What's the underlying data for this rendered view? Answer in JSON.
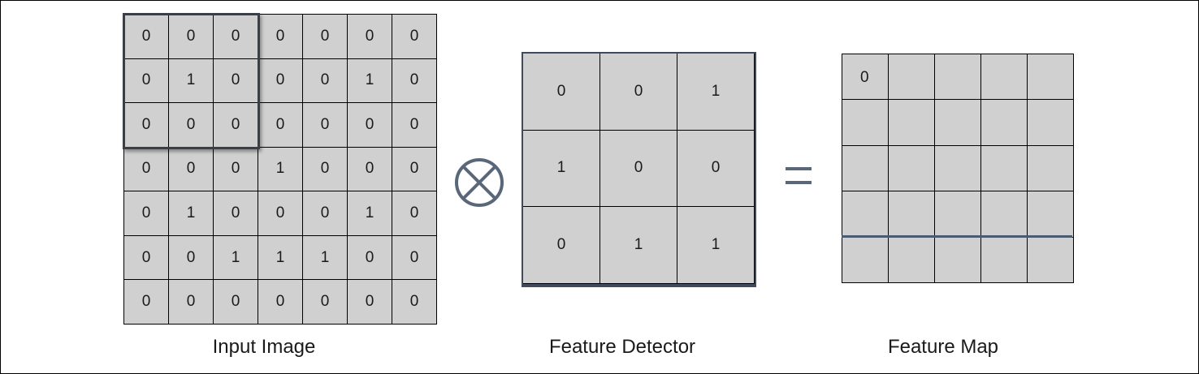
{
  "input_image": {
    "caption": "Input Image",
    "rows": [
      [
        "0",
        "0",
        "0",
        "0",
        "0",
        "0",
        "0"
      ],
      [
        "0",
        "1",
        "0",
        "0",
        "0",
        "1",
        "0"
      ],
      [
        "0",
        "0",
        "0",
        "0",
        "0",
        "0",
        "0"
      ],
      [
        "0",
        "0",
        "0",
        "1",
        "0",
        "0",
        "0"
      ],
      [
        "0",
        "1",
        "0",
        "0",
        "0",
        "1",
        "0"
      ],
      [
        "0",
        "0",
        "1",
        "1",
        "1",
        "0",
        "0"
      ],
      [
        "0",
        "0",
        "0",
        "0",
        "0",
        "0",
        "0"
      ]
    ]
  },
  "operator": {
    "convolution_icon": "circled-times-icon",
    "equals_icon": "equals-icon",
    "color": "#5a6778"
  },
  "feature_detector": {
    "caption": "Feature Detector",
    "rows": [
      [
        "0",
        "0",
        "1"
      ],
      [
        "1",
        "0",
        "0"
      ],
      [
        "0",
        "1",
        "1"
      ]
    ]
  },
  "feature_map": {
    "caption": "Feature Map",
    "rows": [
      [
        "0",
        "",
        "",
        "",
        ""
      ],
      [
        "",
        "",
        "",
        "",
        ""
      ],
      [
        "",
        "",
        "",
        "",
        ""
      ],
      [
        "",
        "",
        "",
        "",
        ""
      ],
      [
        "",
        "",
        "",
        "",
        ""
      ]
    ]
  },
  "colors": {
    "cell_fill": "#d0d0d0",
    "grid_line": "#000000",
    "highlight_border": "#3a3f47"
  }
}
